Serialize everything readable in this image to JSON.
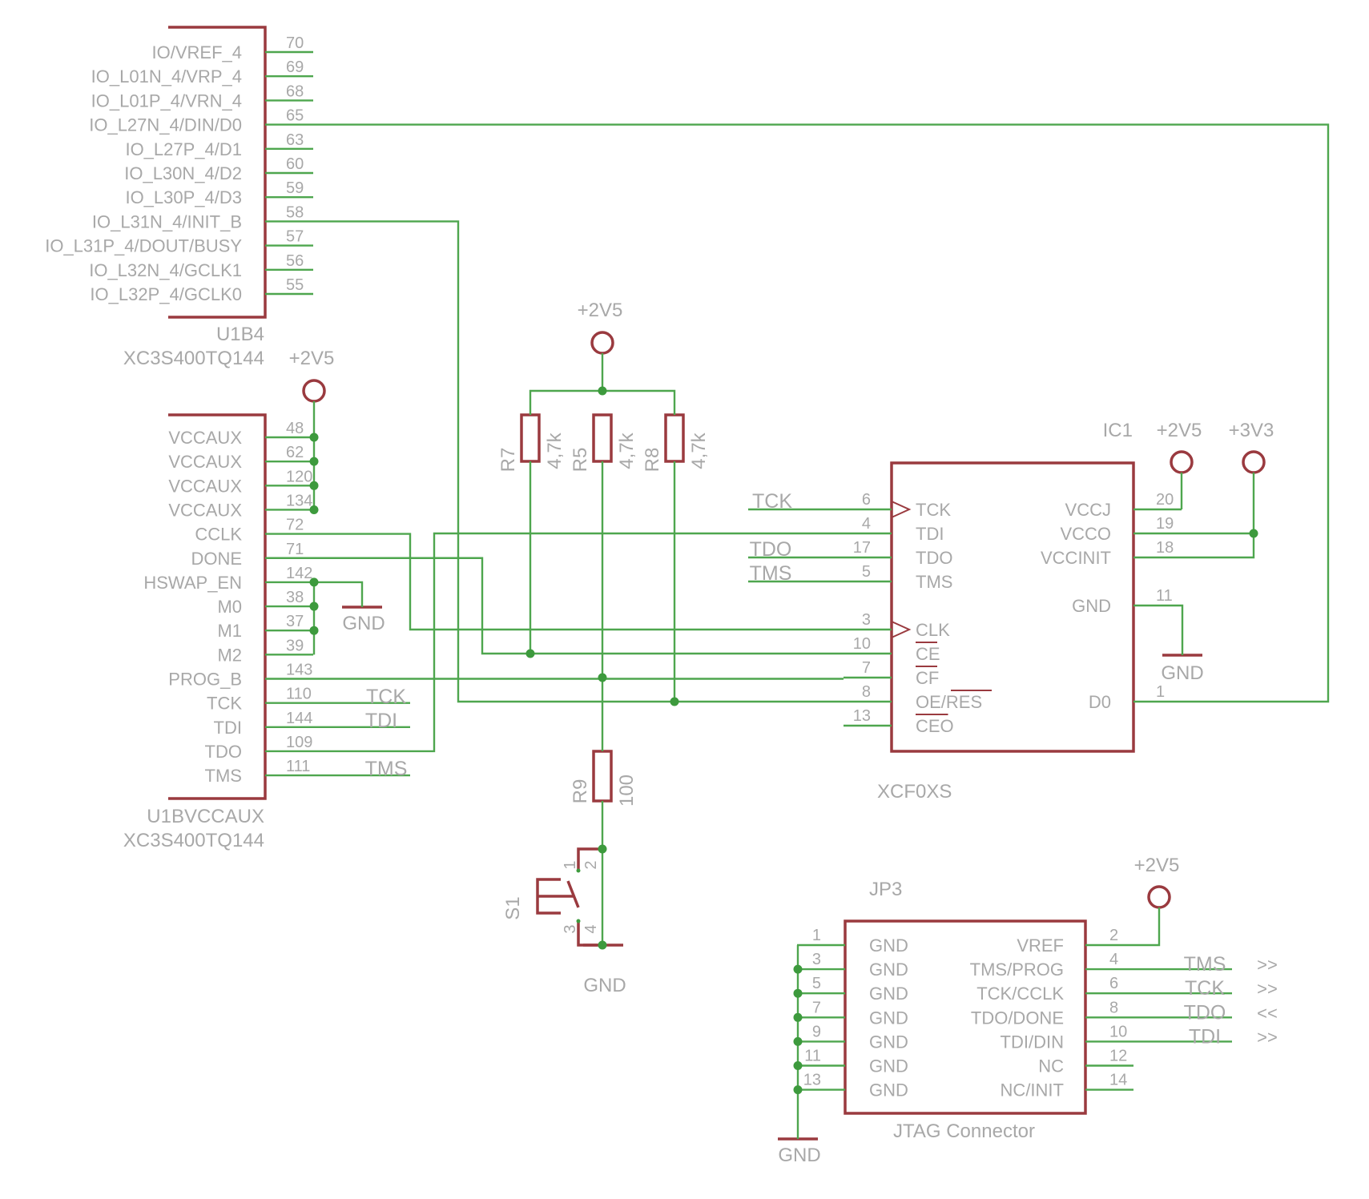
{
  "u1b4": {
    "pins": [
      {
        "name": "IO/VREF_4",
        "num": "70"
      },
      {
        "name": "IO_L01N_4/VRP_4",
        "num": "69"
      },
      {
        "name": "IO_L01P_4/VRN_4",
        "num": "68"
      },
      {
        "name": "IO_L27N_4/DIN/D0",
        "num": "65"
      },
      {
        "name": "IO_L27P_4/D1",
        "num": "63"
      },
      {
        "name": "IO_L30N_4/D2",
        "num": "60"
      },
      {
        "name": "IO_L30P_4/D3",
        "num": "59"
      },
      {
        "name": "IO_L31N_4/INIT_B",
        "num": "58"
      },
      {
        "name": "IO_L31P_4/DOUT/BUSY",
        "num": "57"
      },
      {
        "name": "IO_L32N_4/GCLK1",
        "num": "56"
      },
      {
        "name": "IO_L32P_4/GCLK0",
        "num": "55"
      }
    ],
    "ref": "U1B4",
    "value": "XC3S400TQ144"
  },
  "u1bvccaux": {
    "pins": [
      {
        "name": "VCCAUX",
        "num": "48"
      },
      {
        "name": "VCCAUX",
        "num": "62"
      },
      {
        "name": "VCCAUX",
        "num": "120"
      },
      {
        "name": "VCCAUX",
        "num": "134"
      },
      {
        "name": "CCLK",
        "num": "72"
      },
      {
        "name": "DONE",
        "num": "71"
      },
      {
        "name": "HSWAP_EN",
        "num": "142"
      },
      {
        "name": "M0",
        "num": "38"
      },
      {
        "name": "M1",
        "num": "37"
      },
      {
        "name": "M2",
        "num": "39"
      },
      {
        "name": "PROG_B",
        "num": "143"
      },
      {
        "name": "TCK",
        "num": "110"
      },
      {
        "name": "TDI",
        "num": "144"
      },
      {
        "name": "TDO",
        "num": "109"
      },
      {
        "name": "TMS",
        "num": "111"
      }
    ],
    "ref": "U1BVCCAUX",
    "value": "XC3S400TQ144"
  },
  "ic1": {
    "ref": "IC1",
    "value": "XCF0XS",
    "left_pins": [
      {
        "name": "TCK",
        "num": "6"
      },
      {
        "name": "TDI",
        "num": "4"
      },
      {
        "name": "TDO",
        "num": "17"
      },
      {
        "name": "TMS",
        "num": "5"
      },
      {
        "name": "CLK",
        "num": "3"
      },
      {
        "name": "CE",
        "num": "10"
      },
      {
        "name": "CF",
        "num": "7"
      },
      {
        "name": "OE/RES",
        "num": "8"
      },
      {
        "name": "CEO",
        "num": "13"
      }
    ],
    "right_pins": [
      {
        "name": "VCCJ",
        "num": "20"
      },
      {
        "name": "VCCO",
        "num": "19"
      },
      {
        "name": "VCCINIT",
        "num": "18"
      },
      {
        "name": "GND",
        "num": "11"
      },
      {
        "name": "D0",
        "num": "1"
      }
    ]
  },
  "jp3": {
    "ref": "JP3",
    "value": "JTAG Connector",
    "left_pins": [
      {
        "name": "GND",
        "num": "1"
      },
      {
        "name": "GND",
        "num": "3"
      },
      {
        "name": "GND",
        "num": "5"
      },
      {
        "name": "GND",
        "num": "7"
      },
      {
        "name": "GND",
        "num": "9"
      },
      {
        "name": "GND",
        "num": "11"
      },
      {
        "name": "GND",
        "num": "13"
      }
    ],
    "right_pins": [
      {
        "name": "VREF",
        "num": "2"
      },
      {
        "name": "TMS/PROG",
        "num": "4"
      },
      {
        "name": "TCK/CCLK",
        "num": "6"
      },
      {
        "name": "TDO/DONE",
        "num": "8"
      },
      {
        "name": "TDI/DIN",
        "num": "10"
      },
      {
        "name": "NC",
        "num": "12"
      },
      {
        "name": "NC/INIT",
        "num": "14"
      }
    ]
  },
  "resistors": [
    {
      "ref": "R7",
      "value": "4,7k"
    },
    {
      "ref": "R5",
      "value": "4,7k"
    },
    {
      "ref": "R8",
      "value": "4,7k"
    },
    {
      "ref": "R9",
      "value": "100"
    }
  ],
  "switch": {
    "ref": "S1",
    "pins": [
      "1",
      "2",
      "3",
      "4"
    ]
  },
  "supplies": {
    "v25": "+2V5",
    "v33": "+3V3",
    "gnd": "GND"
  },
  "nets": {
    "tck": "TCK",
    "tdi": "TDI",
    "tdo": "TDO",
    "tms": "TMS",
    "arrow_out": ">>",
    "arrow_in": "<<"
  },
  "colors": {
    "wire": "#4ea64e",
    "symbol": "#9a3a3f",
    "text": "#a8a8a8",
    "junction": "#3d9a3d"
  }
}
